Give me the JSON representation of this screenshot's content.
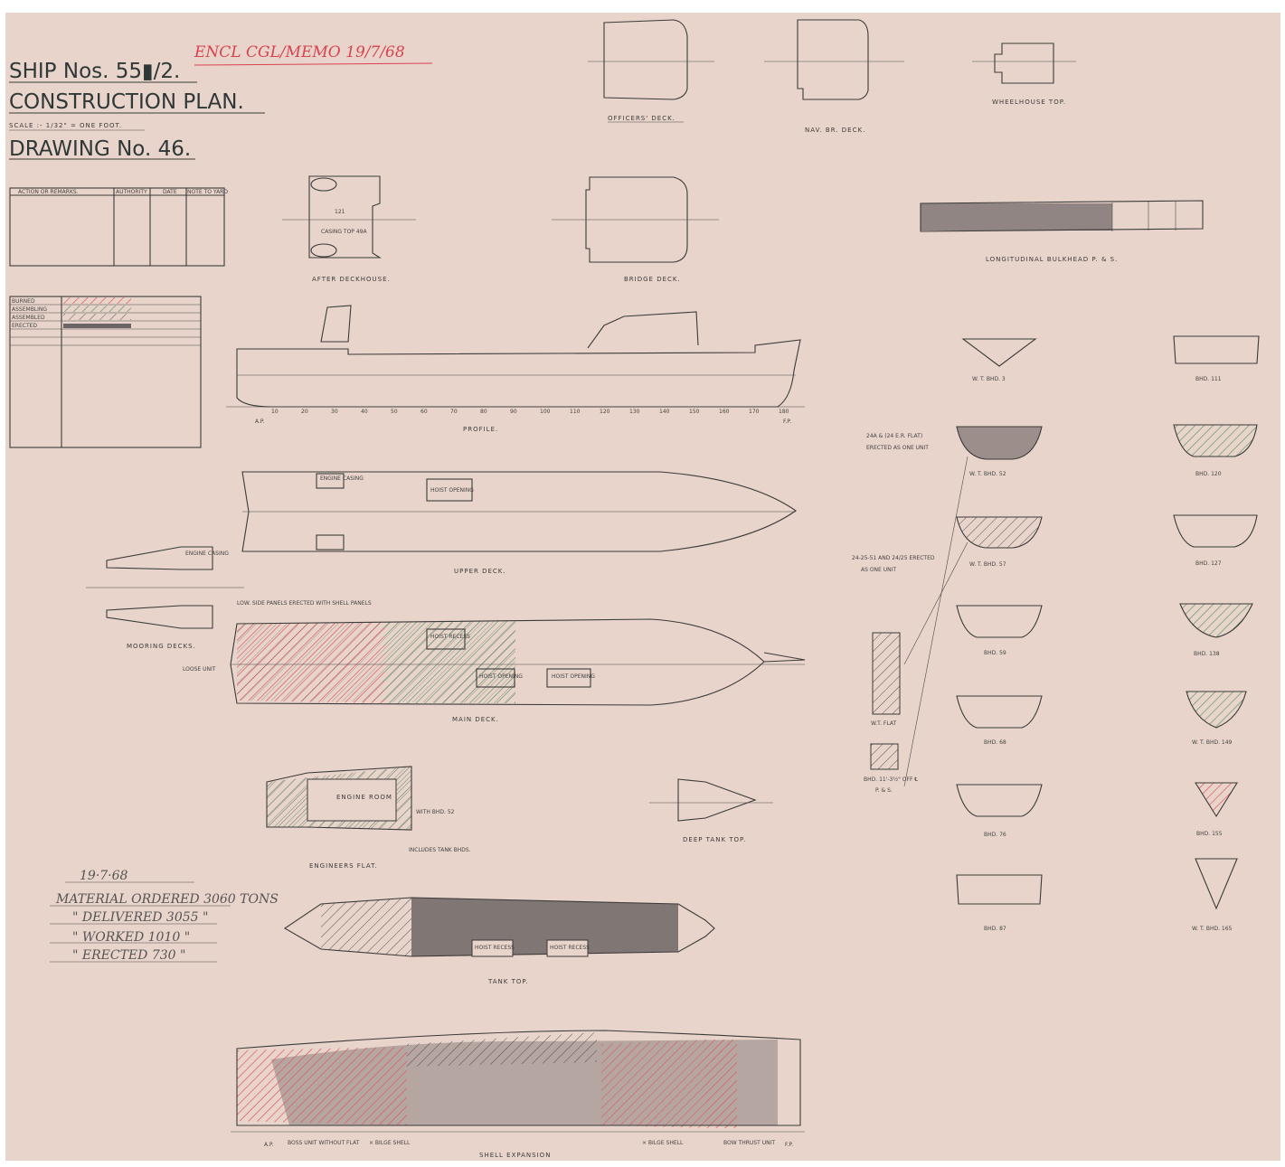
{
  "colors": {
    "paper": "#e8d4ca",
    "ink": "#3b3b3b",
    "burned": "#e0565e",
    "assembling": "#5f9a6c",
    "erected": "#6d6565"
  },
  "title_block": {
    "ship_nos": "SHIP Nos. 55▮/2.",
    "title": "CONSTRUCTION PLAN.",
    "scale": "SCALE :- 1/32\" = ONE FOOT.",
    "drawing_no": "DRAWING No. 46."
  },
  "red_annotation": "ENCL CGL/MEMO 19/7/68",
  "remarks_table": {
    "headers": [
      "ACTION OR REMARKS.",
      "AUTHORITY",
      "DATE",
      "NOTE TO YARD"
    ]
  },
  "legend": {
    "items": [
      {
        "label": "BURNED",
        "pattern": "red-hatch"
      },
      {
        "label": "ASSEMBLING",
        "pattern": "green-hatch"
      },
      {
        "label": "ASSEMBLED",
        "pattern": "black-hatch"
      },
      {
        "label": "ERECTED",
        "pattern": "dark-fill"
      }
    ]
  },
  "handwritten": {
    "date": "19·7·68",
    "lines": [
      "MATERIAL ORDERED 3060 TONS",
      "\" DELIVERED 3055 \"",
      "\" WORKED 1010 \"",
      "\" ERECTED 730 \""
    ]
  },
  "views": {
    "officers_deck": "OFFICERS' DECK.",
    "nav_br_deck": "NAV. BR. DECK.",
    "wheelhouse_top": "WHEELHOUSE TOP.",
    "after_deckhouse": "AFTER DECKHOUSE.",
    "bridge_deck": "BRIDGE DECK.",
    "longitudinal_bulkhead": "LONGITUDINAL BULKHEAD P. & S.",
    "profile": "PROFILE.",
    "upper_deck": "UPPER DECK.",
    "mooring_decks": "MOORING DECKS.",
    "main_deck": "MAIN DECK.",
    "engineers_flat": "ENGINEERS FLAT.",
    "deep_tank_top": "DEEP TANK TOP.",
    "tank_top": "TANK TOP.",
    "shell_expansion": "SHELL EXPANSION",
    "wt_flat": "W.T. FLAT",
    "bhd_offset": "BHD. 11'-3½\" OFF ℄",
    "bhd_offset_ps": "P. & S."
  },
  "bulkheads_left": [
    "W. T. BHD. 3",
    "W. T. BHD. 52",
    "W. T. BHD. 57",
    "BHD. 59",
    "BHD. 68",
    "BHD. 76",
    "BHD. 87"
  ],
  "bulkheads_right": [
    "BHD. 111",
    "BHD. 120",
    "BHD. 127",
    "BHD. 138",
    "W. T. BHD. 149",
    "BHD. 155",
    "W. T. BHD. 165"
  ],
  "annotations": {
    "unit_24a": "24A & (24 E.R. FLAT)",
    "unit_24a_2": "ERECTED AS ONE UNIT",
    "unit_24": "24-25-51 AND 24/25 ERECTED",
    "unit_24_2": "AS ONE UNIT",
    "casing_top": "CASING TOP 49A",
    "engine_casing": "ENGINE CASING",
    "hoist_opening": "HOIST OPENING",
    "hoist_recess": "HOIST RECESS",
    "engine_room": "ENGINE ROOM",
    "with_bhd": "WITH BHD. 52",
    "includes_tank": "INCLUDES TANK BHDS.",
    "loose_unit": "LOOSE UNIT",
    "side_panels": "LOW. SIDE PANELS ERECTED WITH SHELL PANELS",
    "boss_unit": "BOSS UNIT WITHOUT FLAT",
    "bilge_shell": "× BILGE SHELL",
    "bow_thrust": "BOW THRUST UNIT",
    "ap": "A.P.",
    "fp": "F.P."
  },
  "frame_ticks": [
    "10",
    "20",
    "30",
    "40",
    "50",
    "60",
    "70",
    "80",
    "90",
    "100",
    "110",
    "120",
    "130",
    "140",
    "150",
    "160",
    "170",
    "180"
  ]
}
